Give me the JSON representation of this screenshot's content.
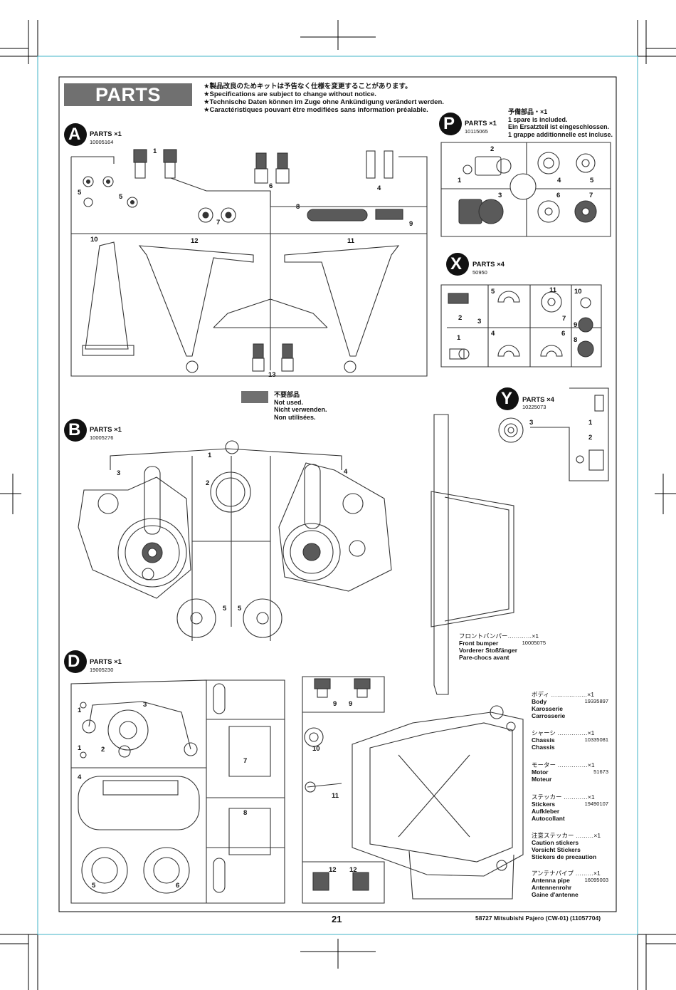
{
  "header": {
    "title": "PARTS",
    "notes": [
      "★製品改良のためキットは予告なく仕様を変更することがあります。",
      "★Specifications are subject to change without notice.",
      "★Technische Daten können im Zuge ohne Ankündigung verändert werden.",
      "★Caractéristiques pouvant être modifiées sans information préalable."
    ]
  },
  "trees": {
    "A": {
      "letter": "A",
      "label": "PARTS ×1",
      "code": "10005164",
      "numbers": [
        "1",
        "5",
        "5",
        "6",
        "4",
        "7",
        "8",
        "9",
        "10",
        "12",
        "11",
        "13"
      ]
    },
    "B": {
      "letter": "B",
      "label": "PARTS ×1",
      "code": "10005276",
      "numbers": [
        "1",
        "3",
        "4",
        "2",
        "5",
        "5"
      ]
    },
    "D": {
      "letter": "D",
      "label": "PARTS ×1",
      "code": "19005230",
      "numbers": [
        "1",
        "3",
        "1",
        "2",
        "7",
        "4",
        "8",
        "5",
        "6",
        "9",
        "9",
        "10",
        "11",
        "12",
        "12"
      ]
    },
    "P": {
      "letter": "P",
      "label": "PARTS ×1",
      "code": "10115065",
      "spare": [
        "予備部品・×1",
        "1 spare is included.",
        "Ein Ersatzteil ist eingeschlossen.",
        "1 grappe additionnelle est incluse."
      ],
      "numbers": [
        "2",
        "1",
        "3",
        "4",
        "5",
        "6",
        "7"
      ]
    },
    "X": {
      "letter": "X",
      "label": "PARTS ×4",
      "code": "50950",
      "numbers": [
        "5",
        "11",
        "10",
        "2",
        "3",
        "7",
        "9",
        "1",
        "4",
        "6",
        "8"
      ]
    },
    "Y": {
      "letter": "Y",
      "label": "PARTS ×4",
      "code": "10225073",
      "numbers": [
        "3",
        "1",
        "2"
      ]
    }
  },
  "not_used": [
    "不要部品",
    "Not used.",
    "Nicht verwenden.",
    "Non utilisées."
  ],
  "bumper": {
    "jp": "フロントバンパー…………×1",
    "en": "Front bumper",
    "code": "10005075",
    "de": "Vorderer Stoßfänger",
    "fr": "Pare-chocs avant"
  },
  "contents": [
    {
      "jp": "ボディ ………………×1",
      "en": "Body",
      "code": "19335897",
      "de": "Karosserie",
      "fr": "Carrosserie"
    },
    {
      "jp": "シャーシ ……………×1",
      "en": "Chassis",
      "code": "10335081",
      "de": "Chassis",
      "fr": ""
    },
    {
      "jp": "モーター ……………×1",
      "en": "Motor",
      "code": "51673",
      "de": "Moteur",
      "fr": ""
    },
    {
      "jp": "ステッカー …………×1",
      "en": "Stickers",
      "code": "19490107",
      "de": "Aufkleber",
      "fr": "Autocollant"
    },
    {
      "jp": "注意ステッカー ………×1",
      "en": "Caution stickers",
      "code": "",
      "de": "Vorsicht Stickers",
      "fr": "Stickers de precaution"
    },
    {
      "jp": "アンテナパイプ ………×1",
      "en": "Antenna pipe",
      "code": "16095003",
      "de": "Antennenrohr",
      "fr": "Gaine d'antenne"
    }
  ],
  "footer": {
    "page": "21",
    "product": "58727  Mitsubishi Pajero (CW-01) (11057704)"
  },
  "colors": {
    "frame": "#3fb3c7",
    "banner": "#707070",
    "part_fill": "#5a5a5a",
    "line": "#333333"
  }
}
